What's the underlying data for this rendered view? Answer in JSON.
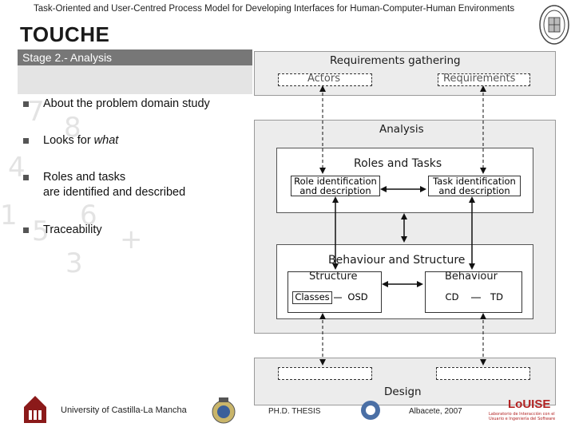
{
  "header": {
    "slide_title": "Task-Oriented and User-Centred Process Model for Developing Interfaces for Human-Computer-Human Environments",
    "heading": "TOUCHE",
    "stage": "Stage 2.- Analysis"
  },
  "bullets": [
    {
      "text": "About the problem domain study"
    },
    {
      "text_plain": "Looks for ",
      "text_em": "what"
    },
    {
      "line1": "Roles and tasks",
      "line2": "are identified and described"
    },
    {
      "text": "Traceability"
    }
  ],
  "diagram": {
    "requirements_gathering": {
      "title": "Requirements gathering",
      "actors": "Actors",
      "requirements": "Requirements"
    },
    "analysis": {
      "title": "Analysis",
      "roles_and_tasks": {
        "title": "Roles and Tasks",
        "role_id_line1": "Role identification",
        "role_id_line2": "and description",
        "task_id_line1": "Task identification",
        "task_id_line2": "and description"
      },
      "behaviour_structure": {
        "title": "Behaviour and Structure",
        "structure": "Structure",
        "behaviour": "Behaviour",
        "classes": "Classes",
        "osd": "OSD",
        "cd": "CD",
        "td": "TD"
      }
    },
    "design": {
      "title": "Design"
    }
  },
  "footer": {
    "university": "University of Castilla-La Mancha",
    "thesis": "Ph.D. Thesis",
    "place_date": "Albacete, 2007",
    "logo_text": "LoUISE",
    "logo_caption": "Laboratorio de Interacción con el Usuario e Ingeniería del Software"
  },
  "colors": {
    "stage_bar": "#777777",
    "panel": "#ececec",
    "text": "#1a1a1a"
  }
}
